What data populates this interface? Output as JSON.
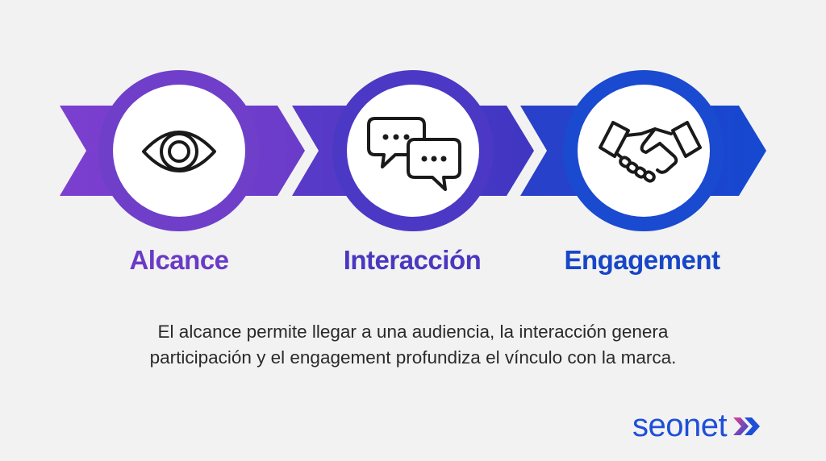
{
  "steps": [
    {
      "label": "Alcance",
      "icon": "eye-icon"
    },
    {
      "label": "Interacción",
      "icon": "chat-bubbles-icon"
    },
    {
      "label": "Engagement",
      "icon": "handshake-icon"
    }
  ],
  "caption": {
    "line1": "El alcance permite llegar a una audiencia, la interacción genera",
    "line2": "participación y el engagement profundiza el vínculo con la marca."
  },
  "brand": {
    "name": "seonet",
    "logo_icon": "double-chevron-icon"
  },
  "colors": {
    "background": "#f2f2f2",
    "step1": "#7a3fcc",
    "step2": "#4b38c4",
    "step3": "#1a4ad0",
    "brand_blue": "#1e4fd8",
    "brand_pink": "#e83e8c"
  }
}
